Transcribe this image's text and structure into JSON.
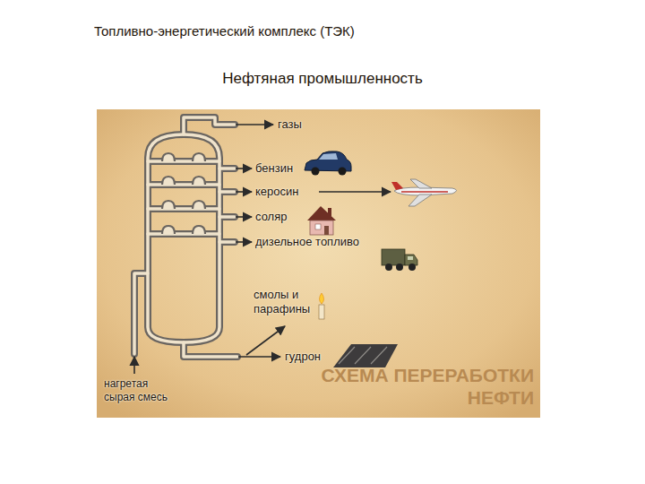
{
  "diagram": {
    "title": "Топливно-энергетический комплекс (ТЭК)",
    "labels": [
      "Нефтяная промышленность",
      "газы",
      "бензин",
      "керосин",
      "соляр",
      "дизельное топливо",
      "смолы и парафины",
      "гудрон",
      "нагретая сырая смесь",
      "СХЕМА ПЕРЕРАБОТКИ НЕФТИ"
    ]
  }
}
